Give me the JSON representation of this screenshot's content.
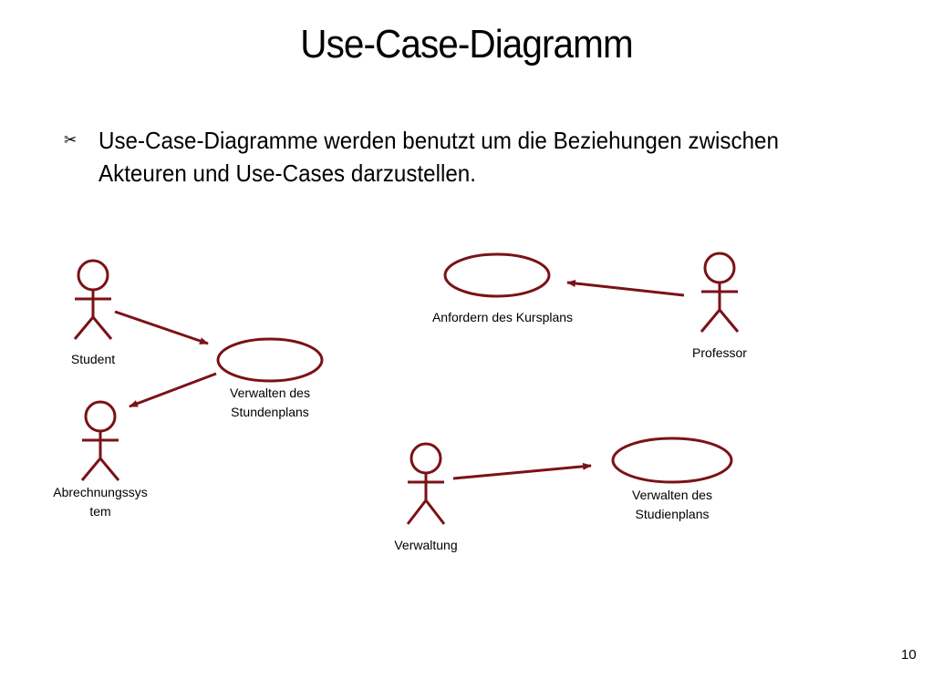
{
  "slide": {
    "title": "Use-Case-Diagramm",
    "bullet_icon": "scissors-icon",
    "bullet_text_line1": "Use-Case-Diagramme werden benutzt um die Beziehungen zwischen",
    "bullet_text_line2": "Akteuren und Use-Cases darzustellen.",
    "page_number": "10"
  },
  "diagram": {
    "color": "#7a1217",
    "actors": {
      "student": "Student",
      "abrechnung_line1": "Abrechnungssys",
      "abrechnung_line2": "tem",
      "professor": "Professor",
      "verwaltung": "Verwaltung"
    },
    "use_cases": {
      "stundenplan_line1": "Verwalten des",
      "stundenplan_line2": "Stundenplans",
      "kursplan": "Anfordern des Kursplans",
      "studienplan_line1": "Verwalten des",
      "studienplan_line2": "Studienplans"
    }
  }
}
